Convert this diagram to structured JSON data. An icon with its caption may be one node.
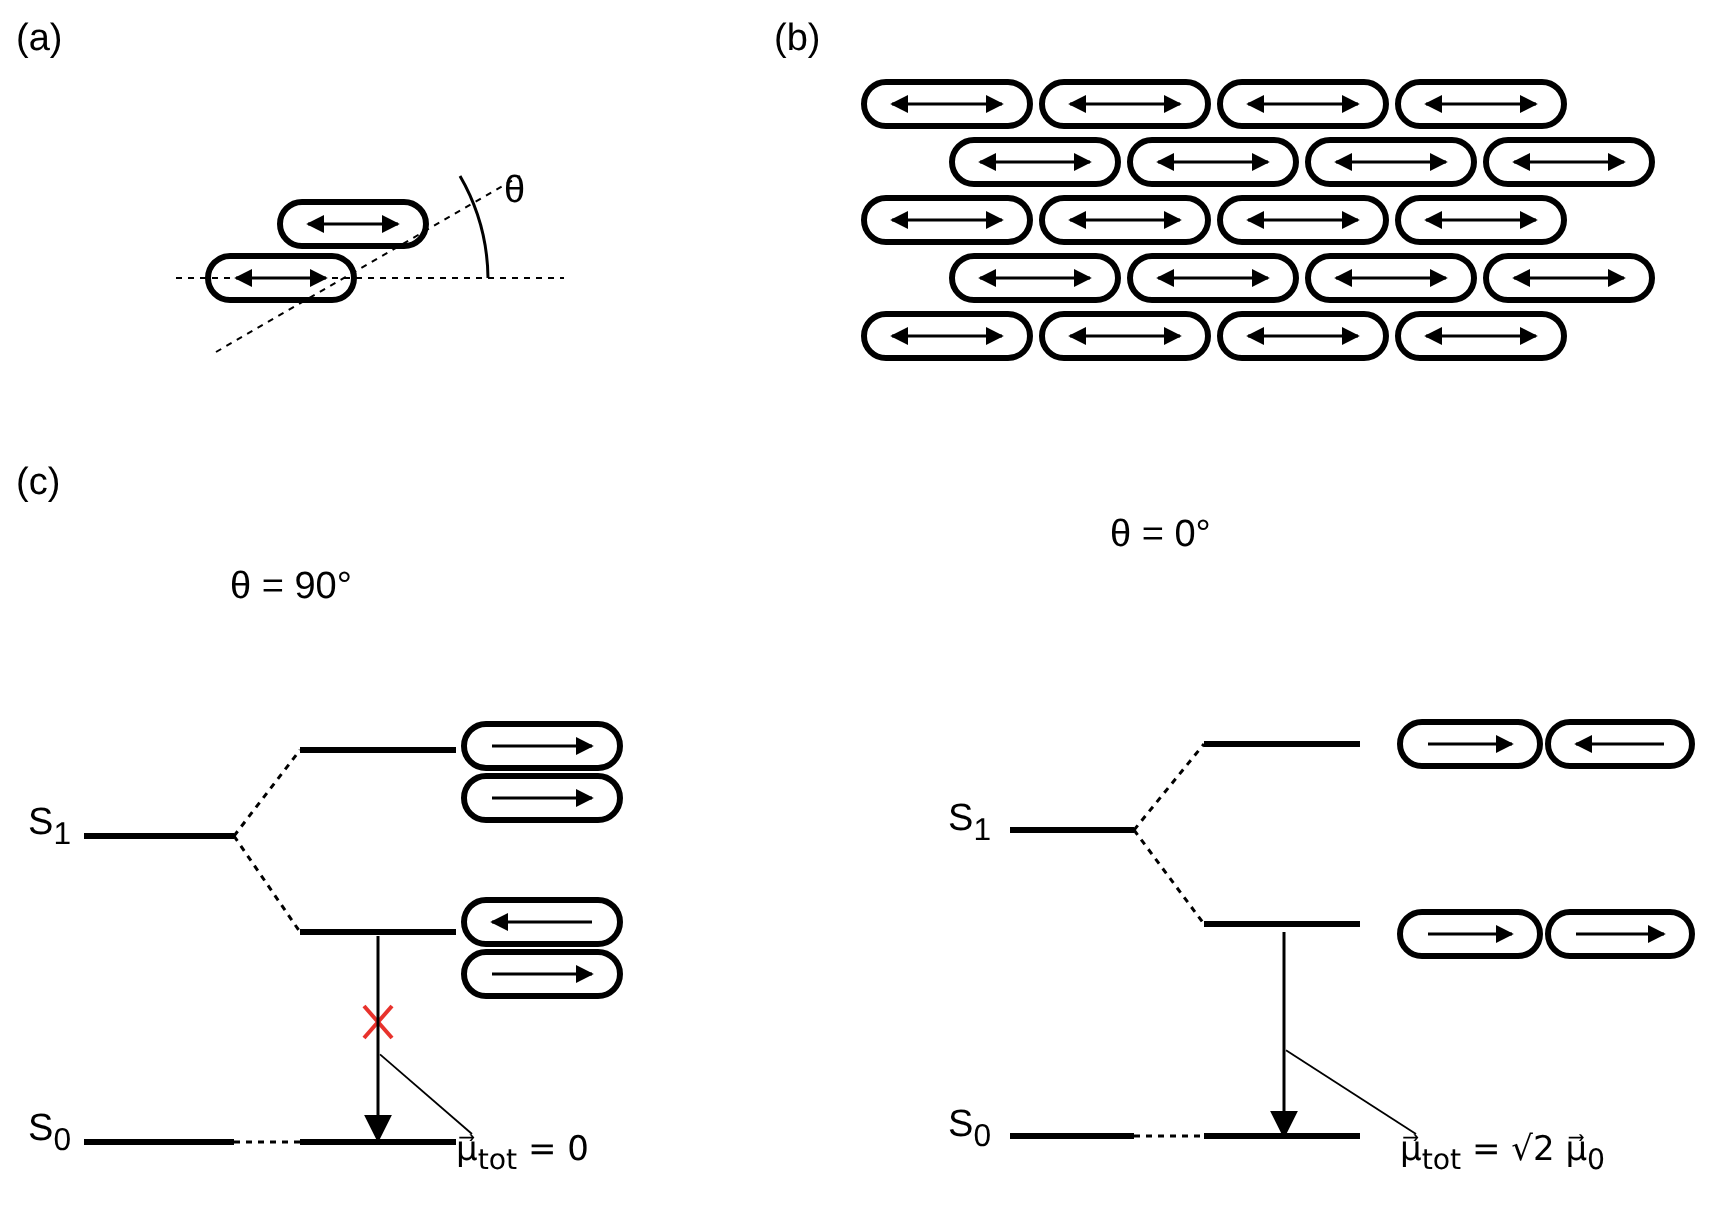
{
  "diagram": {
    "nodes": [
      {
        "text": [
          "μ⃗$_{tot}$ = 0"
        ]
      },
      {
        "text": [],
        "shape": "arrow"
      },
      {
        "text": [
          "μ⃗$_{tot}$ = √2 μ⃗$_{0}$"
        ]
      },
      {
        "text": [],
        "shape": "arrow"
      }
    ],
    "edges": [
      {
        "from": 0,
        "to": 1,
        "arrow": "none"
      },
      {
        "from": 2,
        "to": 3,
        "arrow": "none"
      }
    ],
    "labels": [
      "(a)",
      "θ",
      "(b)",
      "(c)",
      "θ = 90°",
      "θ = 0°",
      "S$_{1}$",
      "S$_{0}$",
      "S$_{1}$",
      "S$_{0}$"
    ]
  }
}
